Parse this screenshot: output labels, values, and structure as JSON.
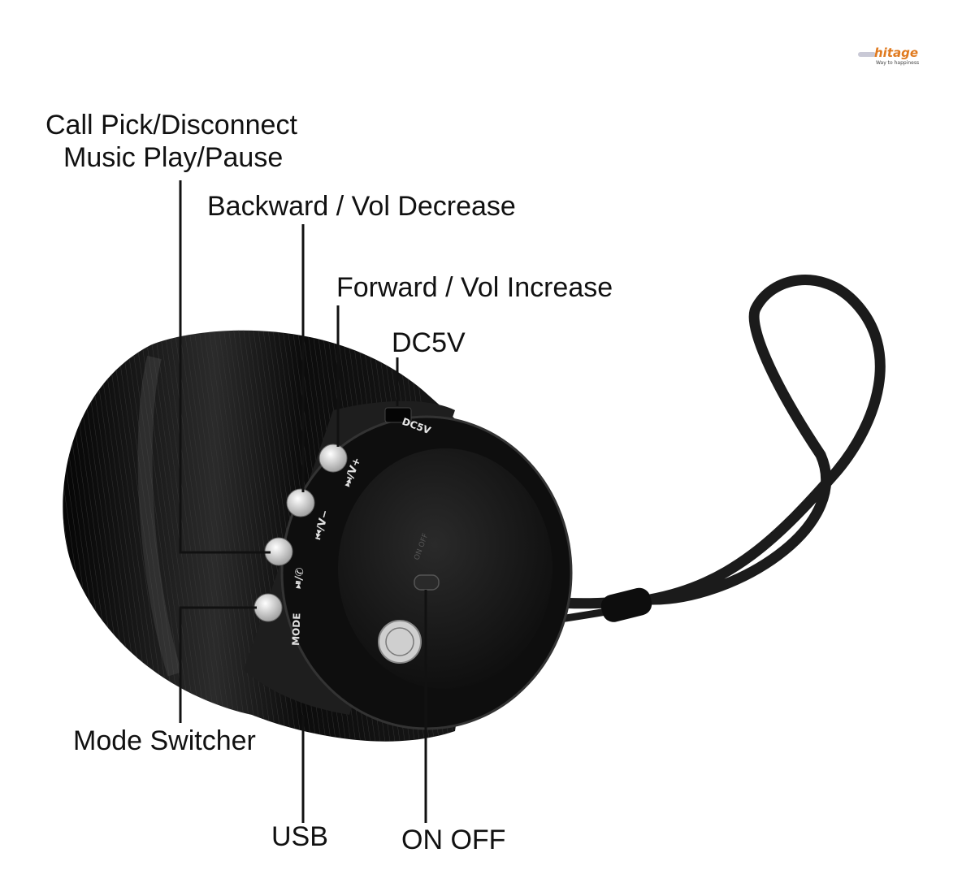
{
  "logo": {
    "brand": "hitage",
    "tagline": "Way to happiness"
  },
  "labels": {
    "call_line1": "Call Pick/Disconnect",
    "call_line2": "Music Play/Pause",
    "backward": "Backward / Vol Decrease",
    "forward": "Forward / Vol Increase",
    "dc5v": "DC5V",
    "mode": "Mode Switcher",
    "usb": "USB",
    "onoff": "ON OFF"
  },
  "device_print": {
    "dc5v": "DC5V",
    "forward_btn": "⏭/V+",
    "backward_btn": "⏮/V−",
    "play_btn": "⏯/✆",
    "mode_btn": "MODE",
    "onoff": "ON OFF"
  },
  "colors": {
    "label": "#111111",
    "speaker_body": "#141414",
    "ring": "#2a2a2a",
    "button": "#d8d8d8",
    "brand": "#e07a1f"
  }
}
